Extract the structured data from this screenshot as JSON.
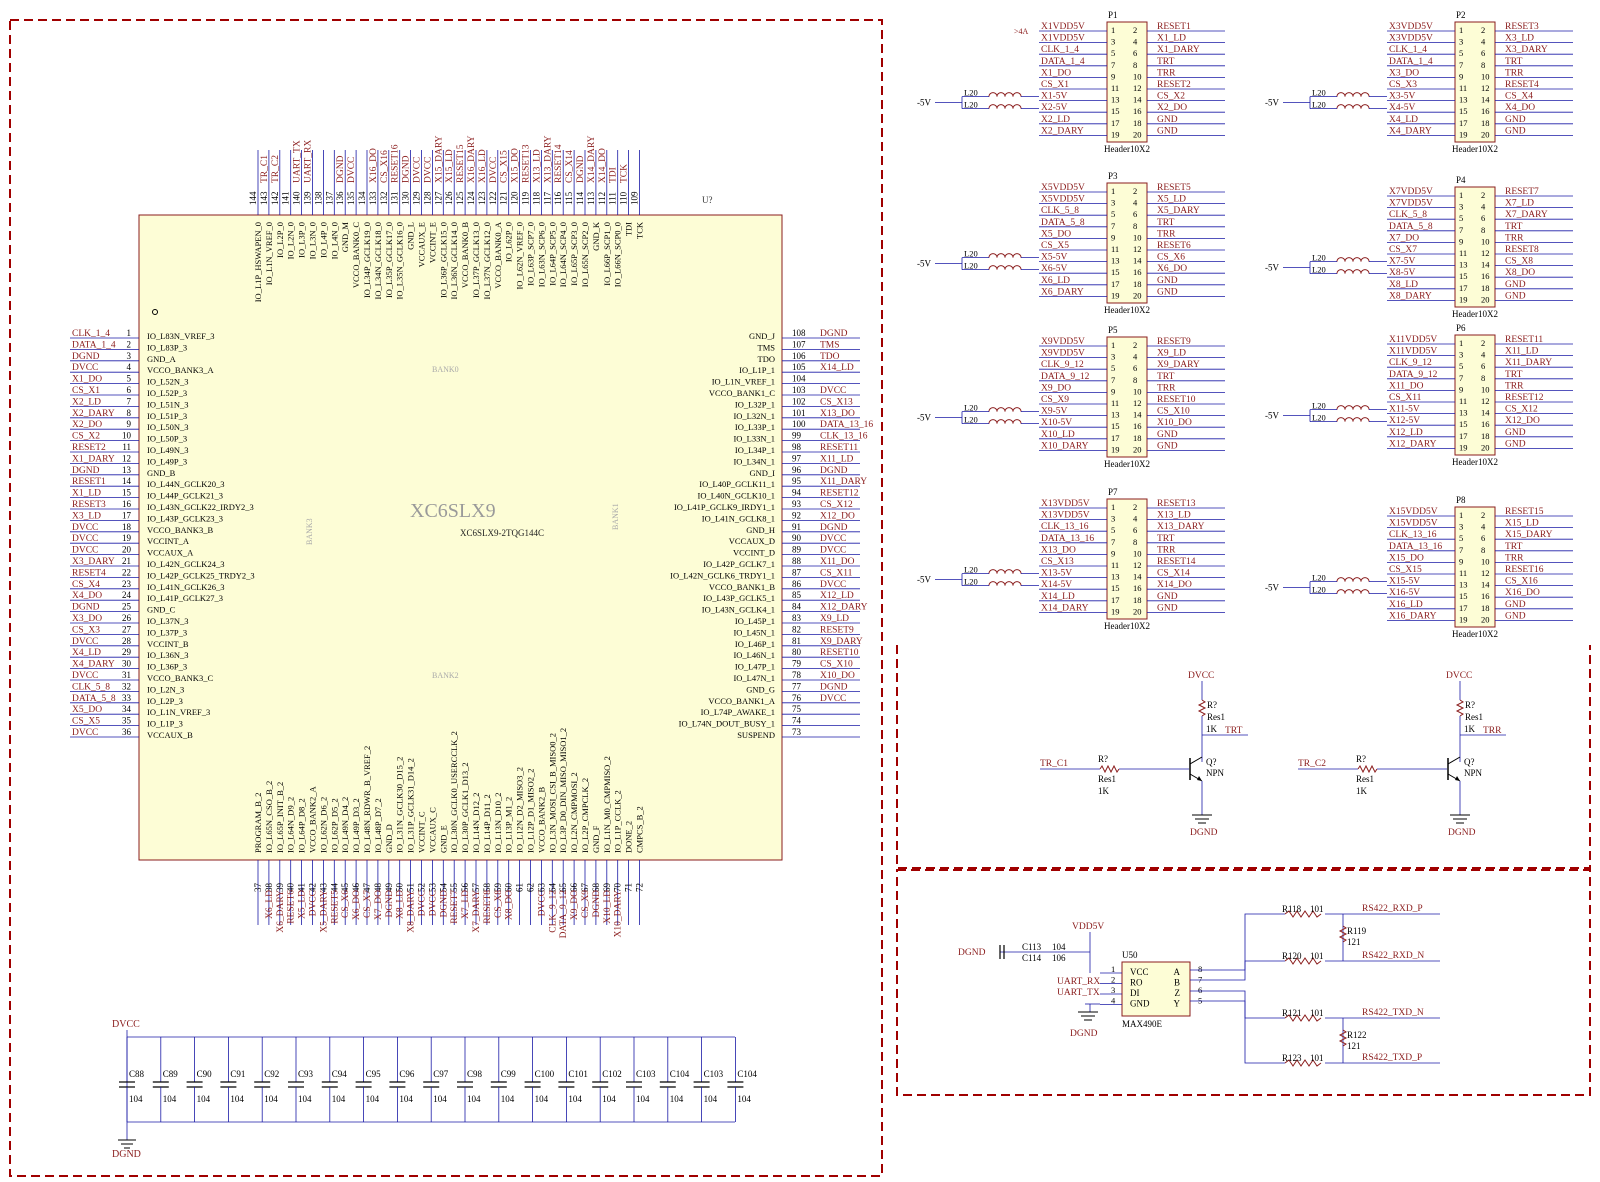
{
  "colors": {
    "net_label": "#8a1c1c",
    "wire": "#1a1aa6",
    "chip_fill": "#fdfdd6",
    "chip_border": "#8a1c1c",
    "dashed_border": "#a00000",
    "body_text": "#000000"
  },
  "fpga": {
    "name": "XC6SLX9",
    "part": "XC6SLX9-2TQG144C",
    "designator": "U?",
    "bank_labels": [
      "BANK0",
      "BANK1",
      "BANK2",
      "BANK3"
    ],
    "left_pins": [
      {
        "num": "1",
        "net": "CLK_1_4",
        "func": "IO_L83N_VREF_3"
      },
      {
        "num": "2",
        "net": "DATA_1_4",
        "func": "IO_L83P_3"
      },
      {
        "num": "3",
        "net": "DGND",
        "func": "GND_A"
      },
      {
        "num": "4",
        "net": "DVCC",
        "func": "VCCO_BANK3_A"
      },
      {
        "num": "5",
        "net": "X1_DO",
        "func": "IO_L52N_3"
      },
      {
        "num": "6",
        "net": "CS_X1",
        "func": "IO_L52P_3"
      },
      {
        "num": "7",
        "net": "X2_LD",
        "func": "IO_L51N_3"
      },
      {
        "num": "8",
        "net": "X2_DARY",
        "func": "IO_L51P_3"
      },
      {
        "num": "9",
        "net": "X2_DO",
        "func": "IO_L50N_3"
      },
      {
        "num": "10",
        "net": "CS_X2",
        "func": "IO_L50P_3"
      },
      {
        "num": "11",
        "net": "RESET2",
        "func": "IO_L49N_3"
      },
      {
        "num": "12",
        "net": "X1_DARY",
        "func": "IO_L49P_3"
      },
      {
        "num": "13",
        "net": "DGND",
        "func": "GND_B"
      },
      {
        "num": "14",
        "net": "RESET1",
        "func": "IO_L44N_GCLK20_3"
      },
      {
        "num": "15",
        "net": "X1_LD",
        "func": "IO_L44P_GCLK21_3"
      },
      {
        "num": "16",
        "net": "RESET3",
        "func": "IO_L43N_GCLK22_IRDY2_3"
      },
      {
        "num": "17",
        "net": "X3_LD",
        "func": "IO_L43P_GCLK23_3"
      },
      {
        "num": "18",
        "net": "DVCC",
        "func": "VCCO_BANK3_B"
      },
      {
        "num": "19",
        "net": "DVCC",
        "func": "VCCINT_A"
      },
      {
        "num": "20",
        "net": "DVCC",
        "func": "VCCAUX_A"
      },
      {
        "num": "21",
        "net": "X3_DARY",
        "func": "IO_L42N_GCLK24_3"
      },
      {
        "num": "22",
        "net": "RESET4",
        "func": "IO_L42P_GCLK25_TRDY2_3"
      },
      {
        "num": "23",
        "net": "CS_X4",
        "func": "IO_L41N_GCLK26_3"
      },
      {
        "num": "24",
        "net": "X4_DO",
        "func": "IO_L41P_GCLK27_3"
      },
      {
        "num": "25",
        "net": "DGND",
        "func": "GND_C"
      },
      {
        "num": "26",
        "net": "X3_DO",
        "func": "IO_L37N_3"
      },
      {
        "num": "27",
        "net": "CS_X3",
        "func": "IO_L37P_3"
      },
      {
        "num": "28",
        "net": "DVCC",
        "func": "VCCINT_B"
      },
      {
        "num": "29",
        "net": "X4_LD",
        "func": "IO_L36N_3"
      },
      {
        "num": "30",
        "net": "X4_DARY",
        "func": "IO_L36P_3"
      },
      {
        "num": "31",
        "net": "DVCC",
        "func": "VCCO_BANK3_C"
      },
      {
        "num": "32",
        "net": "CLK_5_8",
        "func": "IO_L2N_3"
      },
      {
        "num": "33",
        "net": "DATA_5_8",
        "func": "IO_L2P_3"
      },
      {
        "num": "34",
        "net": "X5_DO",
        "func": "IO_L1N_VREF_3"
      },
      {
        "num": "35",
        "net": "CS_X5",
        "func": "IO_L1P_3"
      },
      {
        "num": "36",
        "net": "DVCC",
        "func": "VCCAUX_B"
      }
    ],
    "right_pins": [
      {
        "num": "108",
        "net": "DGND",
        "func": "GND_J"
      },
      {
        "num": "107",
        "net": "TMS",
        "func": "TMS"
      },
      {
        "num": "106",
        "net": "TDO",
        "func": "TDO"
      },
      {
        "num": "105",
        "net": "X14_LD",
        "func": "IO_L1P_1"
      },
      {
        "num": "104",
        "net": "",
        "func": "IO_L1N_VREF_1"
      },
      {
        "num": "103",
        "net": "DVCC",
        "func": "VCCO_BANK1_C"
      },
      {
        "num": "102",
        "net": "CS_X13",
        "func": "IO_L32P_1"
      },
      {
        "num": "101",
        "net": "X13_DO",
        "func": "IO_L32N_1"
      },
      {
        "num": "100",
        "net": "DATA_13_16",
        "func": "IO_L33P_1"
      },
      {
        "num": "99",
        "net": "CLK_13_16",
        "func": "IO_L33N_1"
      },
      {
        "num": "98",
        "net": "RESET11",
        "func": "IO_L34P_1"
      },
      {
        "num": "97",
        "net": "X11_LD",
        "func": "IO_L34N_1"
      },
      {
        "num": "96",
        "net": "DGND",
        "func": "GND_I"
      },
      {
        "num": "95",
        "net": "X11_DARY",
        "func": "IO_L40P_GCLK11_1"
      },
      {
        "num": "94",
        "net": "RESET12",
        "func": "IO_L40N_GCLK10_1"
      },
      {
        "num": "93",
        "net": "CS_X12",
        "func": "IO_L41P_GCLK9_IRDY1_1"
      },
      {
        "num": "92",
        "net": "X12_DO",
        "func": "IO_L41N_GCLK8_1"
      },
      {
        "num": "91",
        "net": "DGND",
        "func": "GND_H"
      },
      {
        "num": "90",
        "net": "DVCC",
        "func": "VCCAUX_D"
      },
      {
        "num": "89",
        "net": "DVCC",
        "func": "VCCINT_D"
      },
      {
        "num": "88",
        "net": "X11_DO",
        "func": "IO_L42P_GCLK7_1"
      },
      {
        "num": "87",
        "net": "CS_X11",
        "func": "IO_L42N_GCLK6_TRDY1_1"
      },
      {
        "num": "86",
        "net": "DVCC",
        "func": "VCCO_BANK1_B"
      },
      {
        "num": "85",
        "net": "X12_LD",
        "func": "IO_L43P_GCLK5_1"
      },
      {
        "num": "84",
        "net": "X12_DARY",
        "func": "IO_L43N_GCLK4_1"
      },
      {
        "num": "83",
        "net": "X9_LD",
        "func": "IO_L45P_1"
      },
      {
        "num": "82",
        "net": "RESET9",
        "func": "IO_L45N_1"
      },
      {
        "num": "81",
        "net": "X9_DARY",
        "func": "IO_L46P_1"
      },
      {
        "num": "80",
        "net": "RESET10",
        "func": "IO_L46N_1"
      },
      {
        "num": "79",
        "net": "CS_X10",
        "func": "IO_L47P_1"
      },
      {
        "num": "78",
        "net": "X10_DO",
        "func": "IO_L47N_1"
      },
      {
        "num": "77",
        "net": "DGND",
        "func": "GND_G"
      },
      {
        "num": "76",
        "net": "DVCC",
        "func": "VCCO_BANK1_A"
      },
      {
        "num": "75",
        "net": "",
        "func": "IO_L74P_AWAKE_1"
      },
      {
        "num": "74",
        "net": "",
        "func": "IO_L74N_DOUT_BUSY_1"
      },
      {
        "num": "73",
        "net": "",
        "func": "SUSPEND"
      }
    ],
    "top_pins": [
      {
        "num": "144",
        "net": "",
        "func": "IO_L1P_HSWAPEN_0"
      },
      {
        "num": "143",
        "net": "TR_C1",
        "func": "IO_L1N_VREF_0"
      },
      {
        "num": "142",
        "net": "TR_C2",
        "func": "IO_L2P_0"
      },
      {
        "num": "141",
        "net": "",
        "func": "IO_L2N_0"
      },
      {
        "num": "140",
        "net": "UART_TX",
        "func": "IO_L3P_0"
      },
      {
        "num": "139",
        "net": "UART_RX",
        "func": "IO_L3N_0"
      },
      {
        "num": "138",
        "net": "",
        "func": "IO_L4P_0"
      },
      {
        "num": "137",
        "net": "",
        "func": "IO_L4N_0"
      },
      {
        "num": "136",
        "net": "DGND",
        "func": "GND_M"
      },
      {
        "num": "135",
        "net": "DVCC",
        "func": "VCCO_BANK0_C"
      },
      {
        "num": "134",
        "net": "",
        "func": "IO_L34P_GCLK19_0"
      },
      {
        "num": "133",
        "net": "X16_DO",
        "func": "IO_L34N_GCLK18_0"
      },
      {
        "num": "132",
        "net": "CS_X16",
        "func": "IO_L35P_GCLK17_0"
      },
      {
        "num": "131",
        "net": "RESET16",
        "func": "IO_L35N_GCLK16_0"
      },
      {
        "num": "130",
        "net": "DGND",
        "func": "GND_L"
      },
      {
        "num": "129",
        "net": "DVCC",
        "func": "VCCAUX_E"
      },
      {
        "num": "128",
        "net": "DVCC",
        "func": "VCCINT_E"
      },
      {
        "num": "127",
        "net": "X15_DARY",
        "func": "IO_L36P_GCLK15_0"
      },
      {
        "num": "126",
        "net": "X15_LD",
        "func": "IO_L36N_GCLK14_0"
      },
      {
        "num": "125",
        "net": "RESET15",
        "func": "VCCO_BANK0_B"
      },
      {
        "num": "124",
        "net": "X16_DARY",
        "func": "IO_L37P_GCLK13_0"
      },
      {
        "num": "123",
        "net": "X16_LD",
        "func": "IO_L37N_GCLK12_0"
      },
      {
        "num": "122",
        "net": "DVCC",
        "func": "VCCO_BANK0_A"
      },
      {
        "num": "121",
        "net": "CS_X15",
        "func": "IO_L62P_0"
      },
      {
        "num": "120",
        "net": "X15_DO",
        "func": "IO_L62N_VREF_0"
      },
      {
        "num": "119",
        "net": "RESET13",
        "func": "IO_L63P_SCP7_0"
      },
      {
        "num": "118",
        "net": "X13_LD",
        "func": "IO_L63N_SCP6_0"
      },
      {
        "num": "117",
        "net": "X13_DARY",
        "func": "IO_L64P_SCP5_0"
      },
      {
        "num": "116",
        "net": "RESET14",
        "func": "IO_L64N_SCP4_0"
      },
      {
        "num": "115",
        "net": "CS_X14",
        "func": "IO_L65P_SCP3_0"
      },
      {
        "num": "114",
        "net": "DGND",
        "func": "IO_L65N_SCP2_0"
      },
      {
        "num": "113",
        "net": "X14_DARY",
        "func": "GND_K"
      },
      {
        "num": "112",
        "net": "X14_DO",
        "func": "IO_L66P_SCP1_0"
      },
      {
        "num": "111",
        "net": "TDI",
        "func": "IO_L66N_SCP0_0"
      },
      {
        "num": "110",
        "net": "TCK",
        "func": "TDI"
      },
      {
        "num": "109",
        "net": "",
        "func": "TCK"
      }
    ],
    "bottom_pins": [
      {
        "num": "37",
        "net": "",
        "func": "PROGRAM_B_2"
      },
      {
        "num": "38",
        "net": "X6_LD",
        "func": "IO_L65N_CSO_B_2"
      },
      {
        "num": "39",
        "net": "X6_DARY",
        "func": "IO_L65P_INIT_B_2"
      },
      {
        "num": "40",
        "net": "RESET6",
        "func": "IO_L64N_D9_2"
      },
      {
        "num": "41",
        "net": "X5_LD",
        "func": "IO_L64P_D8_2"
      },
      {
        "num": "42",
        "net": "DVCC",
        "func": "VCCO_BANK2_A"
      },
      {
        "num": "43",
        "net": "X5_DARY",
        "func": "IO_L62N_D6_2"
      },
      {
        "num": "44",
        "net": "RESET5",
        "func": "IO_L62P_D5_2"
      },
      {
        "num": "45",
        "net": "CS_X6",
        "func": "IO_L49N_D4_2"
      },
      {
        "num": "46",
        "net": "X6_DO",
        "func": "IO_L49P_D3_2"
      },
      {
        "num": "47",
        "net": "CS_X7",
        "func": "IO_L48N_RDWR_B_VREF_2"
      },
      {
        "num": "48",
        "net": "X7_DO",
        "func": "IO_L48P_D7_2"
      },
      {
        "num": "49",
        "net": "DGND",
        "func": "GND_D"
      },
      {
        "num": "50",
        "net": "X8_LD",
        "func": "IO_L31N_GCLK30_D15_2"
      },
      {
        "num": "51",
        "net": "X8_DARY",
        "func": "IO_L31P_GCLK31_D14_2"
      },
      {
        "num": "52",
        "net": "DVCC",
        "func": "VCCINT_C"
      },
      {
        "num": "53",
        "net": "DVCC",
        "func": "VCCAUX_C"
      },
      {
        "num": "54",
        "net": "DGND",
        "func": "GND_E"
      },
      {
        "num": "55",
        "net": "RESET7",
        "func": "IO_L30N_GCLK0_USERCCLK_2"
      },
      {
        "num": "56",
        "net": "X7_LD",
        "func": "IO_L30P_GCLK1_D13_2"
      },
      {
        "num": "57",
        "net": "X7_DARY",
        "func": "IO_L14N_D12_2"
      },
      {
        "num": "58",
        "net": "RESET8",
        "func": "IO_L14P_D11_2"
      },
      {
        "num": "59",
        "net": "CS_X8",
        "func": "IO_L13N_D10_2"
      },
      {
        "num": "60",
        "net": "X8_DO",
        "func": "IO_L13P_M1_2"
      },
      {
        "num": "61",
        "net": "",
        "func": "IO_L12N_D2_MISO3_2"
      },
      {
        "num": "62",
        "net": "",
        "func": "IO_L12P_D1_MISO2_2"
      },
      {
        "num": "63",
        "net": "DVCC",
        "func": "VCCO_BANK2_B"
      },
      {
        "num": "64",
        "net": "CLK_9_12",
        "func": "IO_L3N_MOSI_CSI_B_MISO0_2"
      },
      {
        "num": "65",
        "net": "DATA_9_12",
        "func": "IO_L3P_D0_DIN_MISO_MISO1_2"
      },
      {
        "num": "66",
        "net": "X9_DO",
        "func": "IO_L2N_CMPMOSI_2"
      },
      {
        "num": "67",
        "net": "CS_X9",
        "func": "IO_L2P_CMPCLK_2"
      },
      {
        "num": "68",
        "net": "DGND",
        "func": "GND_F"
      },
      {
        "num": "69",
        "net": "X10_LD",
        "func": "IO_L1N_M0_CMPMISO_2"
      },
      {
        "num": "70",
        "net": "X10_DARY",
        "func": "IO_L1P_CCLK_2"
      },
      {
        "num": "71",
        "net": "",
        "func": "DONE_2"
      },
      {
        "num": "72",
        "net": "",
        "func": "CMPCS_B_2"
      }
    ]
  },
  "headers": [
    {
      "des": "P1",
      "type": "Header10X2",
      "left": [
        "X1VDD5V",
        "X1VDD5V",
        "CLK_1_4",
        "DATA_1_4",
        "X1_DO",
        "CS_X1",
        "X1-5V",
        "X2-5V",
        "X2_LD",
        "X2_DARY"
      ],
      "right": [
        "RESET1",
        "X1_LD",
        "X1_DARY",
        "TRT",
        "TRR",
        "RESET2",
        "CS_X2",
        "X2_DO",
        "GND",
        "GND"
      ],
      "note": ">4A"
    },
    {
      "des": "P2",
      "type": "Header10X2",
      "left": [
        "X3VDD5V",
        "X3VDD5V",
        "CLK_1_4",
        "DATA_1_4",
        "X3_DO",
        "CS_X3",
        "X3-5V",
        "X4-5V",
        "X4_LD",
        "X4_DARY"
      ],
      "right": [
        "RESET3",
        "X3_LD",
        "X3_DARY",
        "TRT",
        "TRR",
        "RESET4",
        "CS_X4",
        "X4_DO",
        "GND",
        "GND"
      ]
    },
    {
      "des": "P3",
      "type": "Header10X2",
      "left": [
        "X5VDD5V",
        "X5VDD5V",
        "CLK_5_8",
        "DATA_5_8",
        "X5_DO",
        "CS_X5",
        "X5-5V",
        "X6-5V",
        "X6_LD",
        "X6_DARY"
      ],
      "right": [
        "RESET5",
        "X5_LD",
        "X5_DARY",
        "TRT",
        "TRR",
        "RESET6",
        "CS_X6",
        "X6_DO",
        "GND",
        "GND"
      ]
    },
    {
      "des": "P4",
      "type": "Header10X2",
      "left": [
        "X7VDD5V",
        "X7VDD5V",
        "CLK_5_8",
        "DATA_5_8",
        "X7_DO",
        "CS_X7",
        "X7-5V",
        "X8-5V",
        "X8_LD",
        "X8_DARY"
      ],
      "right": [
        "RESET7",
        "X7_LD",
        "X7_DARY",
        "TRT",
        "TRR",
        "RESET8",
        "CS_X8",
        "X8_DO",
        "GND",
        "GND"
      ]
    },
    {
      "des": "P5",
      "type": "Header10X2",
      "left": [
        "X9VDD5V",
        "X9VDD5V",
        "CLK_9_12",
        "DATA_9_12",
        "X9_DO",
        "CS_X9",
        "X9-5V",
        "X10-5V",
        "X10_LD",
        "X10_DARY"
      ],
      "right": [
        "RESET9",
        "X9_LD",
        "X9_DARY",
        "TRT",
        "TRR",
        "RESET10",
        "CS_X10",
        "X10_DO",
        "GND",
        "GND"
      ]
    },
    {
      "des": "P6",
      "type": "Header10X2",
      "left": [
        "X11VDD5V",
        "X11VDD5V",
        "CLK_9_12",
        "DATA_9_12",
        "X11_DO",
        "CS_X11",
        "X11-5V",
        "X12-5V",
        "X12_LD",
        "X12_DARY"
      ],
      "right": [
        "RESET11",
        "X11_LD",
        "X11_DARY",
        "TRT",
        "TRR",
        "RESET12",
        "CS_X12",
        "X12_DO",
        "GND",
        "GND"
      ]
    },
    {
      "des": "P7",
      "type": "Header10X2",
      "left": [
        "X13VDD5V",
        "X13VDD5V",
        "CLK_13_16",
        "DATA_13_16",
        "X13_DO",
        "CS_X13",
        "X13-5V",
        "X14-5V",
        "X14_LD",
        "X14_DARY"
      ],
      "right": [
        "RESET13",
        "X13_LD",
        "X13_DARY",
        "TRT",
        "TRR",
        "RESET14",
        "CS_X14",
        "X14_DO",
        "GND",
        "GND"
      ]
    },
    {
      "des": "P8",
      "type": "Header10X2",
      "left": [
        "X15VDD5V",
        "X15VDD5V",
        "CLK_13_16",
        "DATA_13_16",
        "X15_DO",
        "CS_X15",
        "X15-5V",
        "X16-5V",
        "X16_LD",
        "X16_DARY"
      ],
      "right": [
        "RESET15",
        "X15_LD",
        "X15_DARY",
        "TRT",
        "TRR",
        "RESET16",
        "CS_X16",
        "X16_DO",
        "GND",
        "GND"
      ]
    }
  ],
  "pin_numbers": [
    [
      "1",
      "2"
    ],
    [
      "3",
      "4"
    ],
    [
      "5",
      "6"
    ],
    [
      "7",
      "8"
    ],
    [
      "9",
      "10"
    ],
    [
      "11",
      "12"
    ],
    [
      "13",
      "14"
    ],
    [
      "15",
      "16"
    ],
    [
      "17",
      "18"
    ],
    [
      "19",
      "20"
    ]
  ],
  "inductor": {
    "label": "L20",
    "supply": "-5V"
  },
  "caps": {
    "supply": "DVCC",
    "ground": "DGND",
    "value": "104",
    "names": [
      "C88",
      "C89",
      "C90",
      "C91",
      "C92",
      "C93",
      "C94",
      "C95",
      "C96",
      "C97",
      "C98",
      "C99",
      "C100",
      "C101",
      "C102",
      "C103",
      "C104",
      "C103",
      "C104"
    ]
  },
  "transistors": [
    {
      "supply": "DVCC",
      "rdes": "R?",
      "rval": "Res1",
      "rk": "1K",
      "trt": "TRT",
      "input": "TR_C1",
      "q": "Q?",
      "qtype": "NPN",
      "gnd": "DGND"
    },
    {
      "supply": "DVCC",
      "rdes": "R?",
      "rval": "Res1",
      "rk": "1K",
      "trt": "TRR",
      "input": "TR_C2",
      "q": "Q?",
      "qtype": "NPN",
      "gnd": "DGND"
    }
  ],
  "rs422": {
    "chip": "MAX490E",
    "des": "U50",
    "vdd": "VDD5V",
    "gnd": "DGND",
    "gnd2": "DGND",
    "c1": "C113",
    "c1v": "104",
    "c2": "C114",
    "c2v": "106",
    "pins_left": [
      {
        "n": "1",
        "f": "VCC"
      },
      {
        "n": "2",
        "f": "RO"
      },
      {
        "n": "3",
        "f": "DI"
      },
      {
        "n": "4",
        "f": "GND"
      }
    ],
    "pins_right": [
      {
        "n": "8",
        "f": "A"
      },
      {
        "n": "7",
        "f": "B"
      },
      {
        "n": "6",
        "f": "Z"
      },
      {
        "n": "5",
        "f": "Y"
      }
    ],
    "uart_rx": "UART_RX",
    "uart_tx": "UART_TX",
    "r118": "R118",
    "r118v": "101",
    "r119": "R119",
    "r119v": "121",
    "r120": "R120",
    "r120v": "101",
    "r121": "R121",
    "r121v": "101",
    "r122": "R122",
    "r122v": "121",
    "r123": "R123",
    "r123v": "101",
    "rxd_p": "RS422_RXD_P",
    "rxd_n": "RS422_RXD_N",
    "txd_n": "RS422_TXD_N",
    "txd_p": "RS422_TXD_P"
  }
}
